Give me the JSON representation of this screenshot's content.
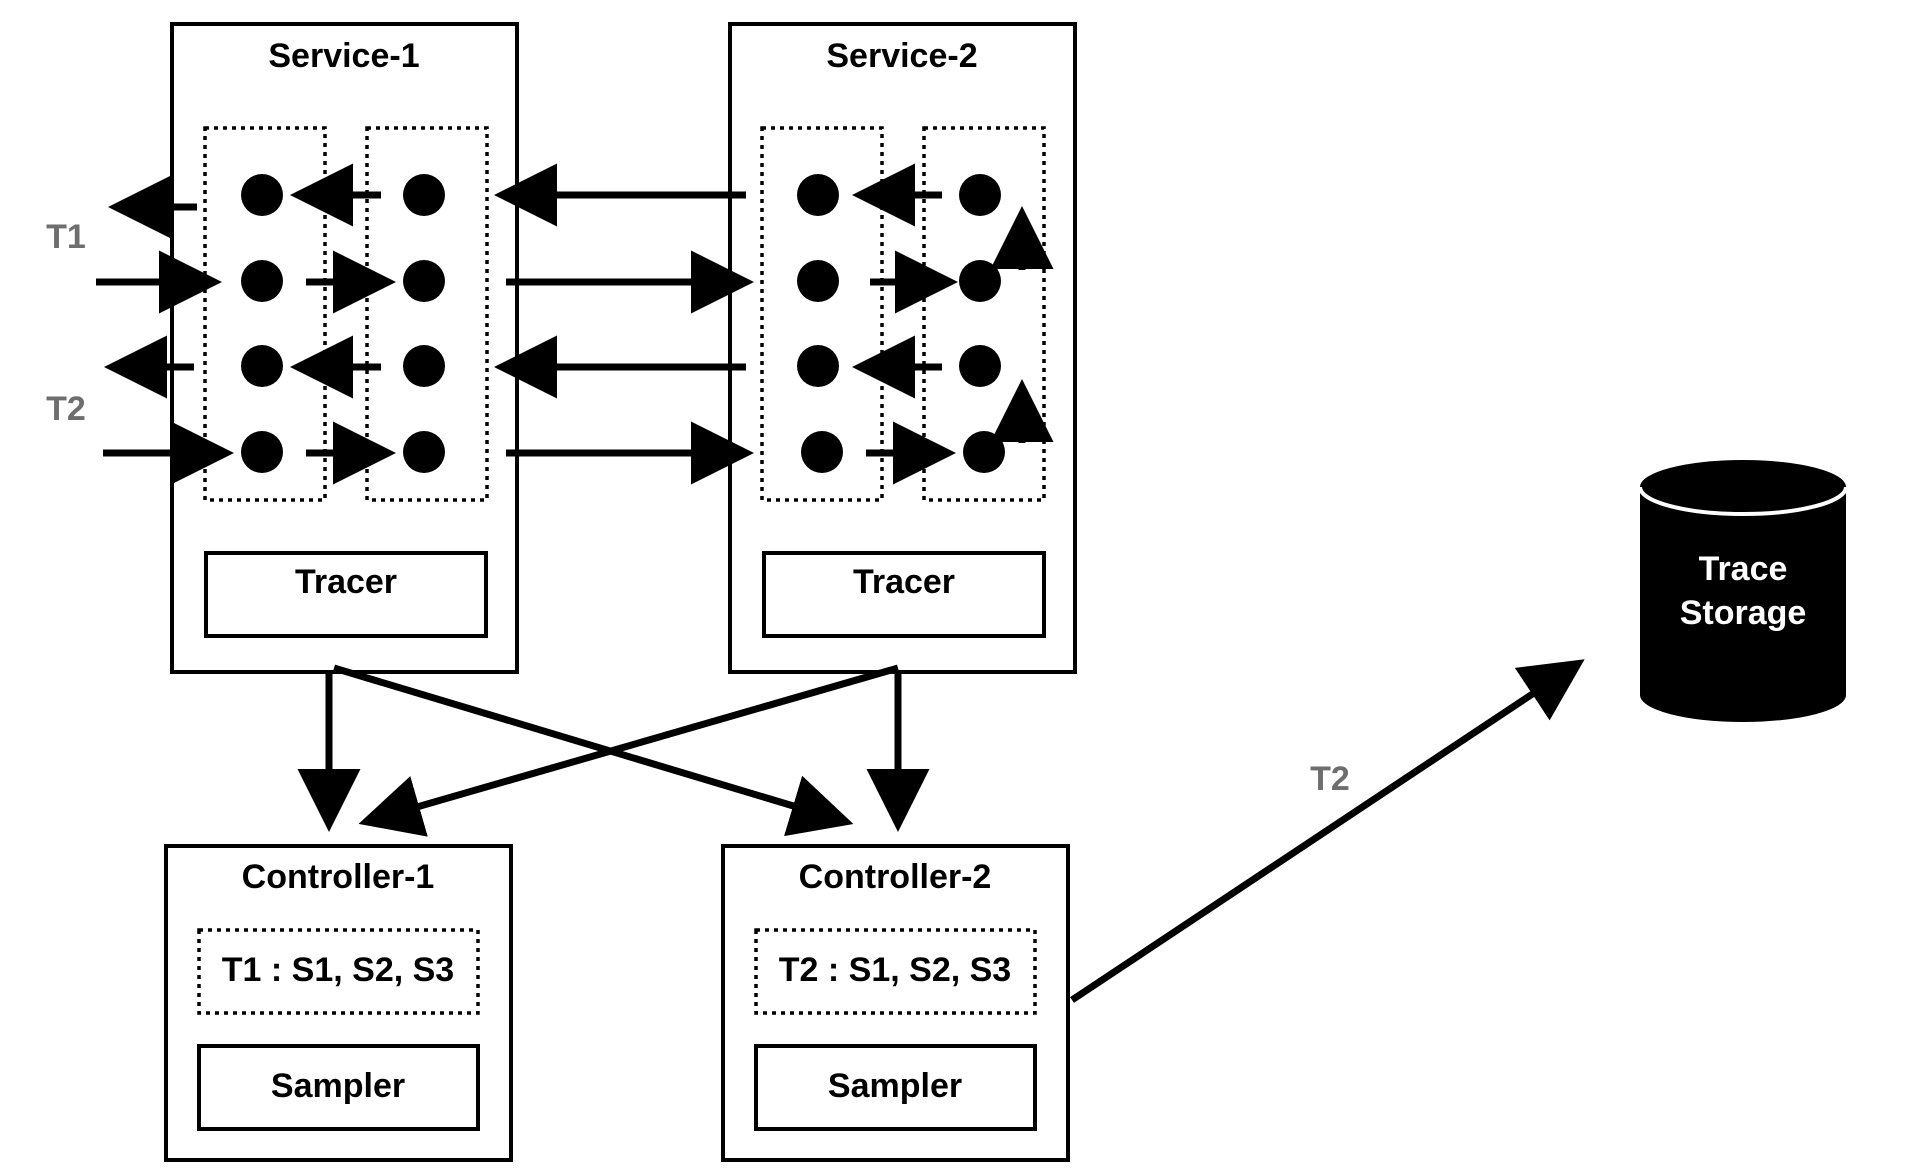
{
  "services": [
    {
      "title": "Service-1",
      "tracer_label": "Tracer"
    },
    {
      "title": "Service-2",
      "tracer_label": "Tracer"
    }
  ],
  "controllers": [
    {
      "title": "Controller-1",
      "rule": "T1 : S1, S2, S3",
      "sampler_label": "Sampler"
    },
    {
      "title": "Controller-2",
      "rule": "T2 : S1, S2, S3",
      "sampler_label": "Sampler"
    }
  ],
  "traces": {
    "t1": "T1",
    "t2": "T2",
    "export_label": "T2"
  },
  "storage": {
    "line1": "Trace",
    "line2": "Storage"
  },
  "colors": {
    "stroke": "#000000",
    "trace_label": "#6e6e6e",
    "storage_text": "#ffffff"
  }
}
